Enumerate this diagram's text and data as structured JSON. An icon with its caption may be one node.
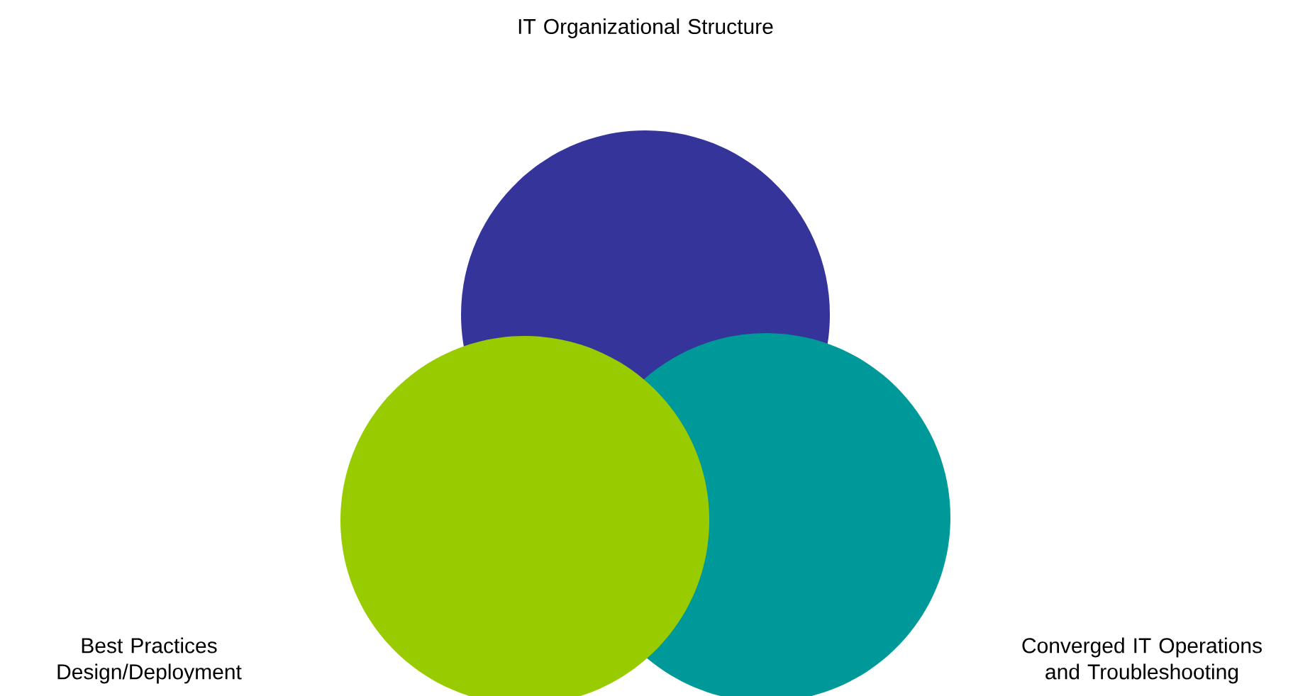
{
  "diagram": {
    "nodes": [
      {
        "text": [
          "IT Organizational Structure"
        ]
      },
      {
        "text": [
          "Best Practices Design/Deployment"
        ]
      },
      {
        "text": [
          "Converged IT Operations and Troubleshooting"
        ]
      }
    ]
  }
}
